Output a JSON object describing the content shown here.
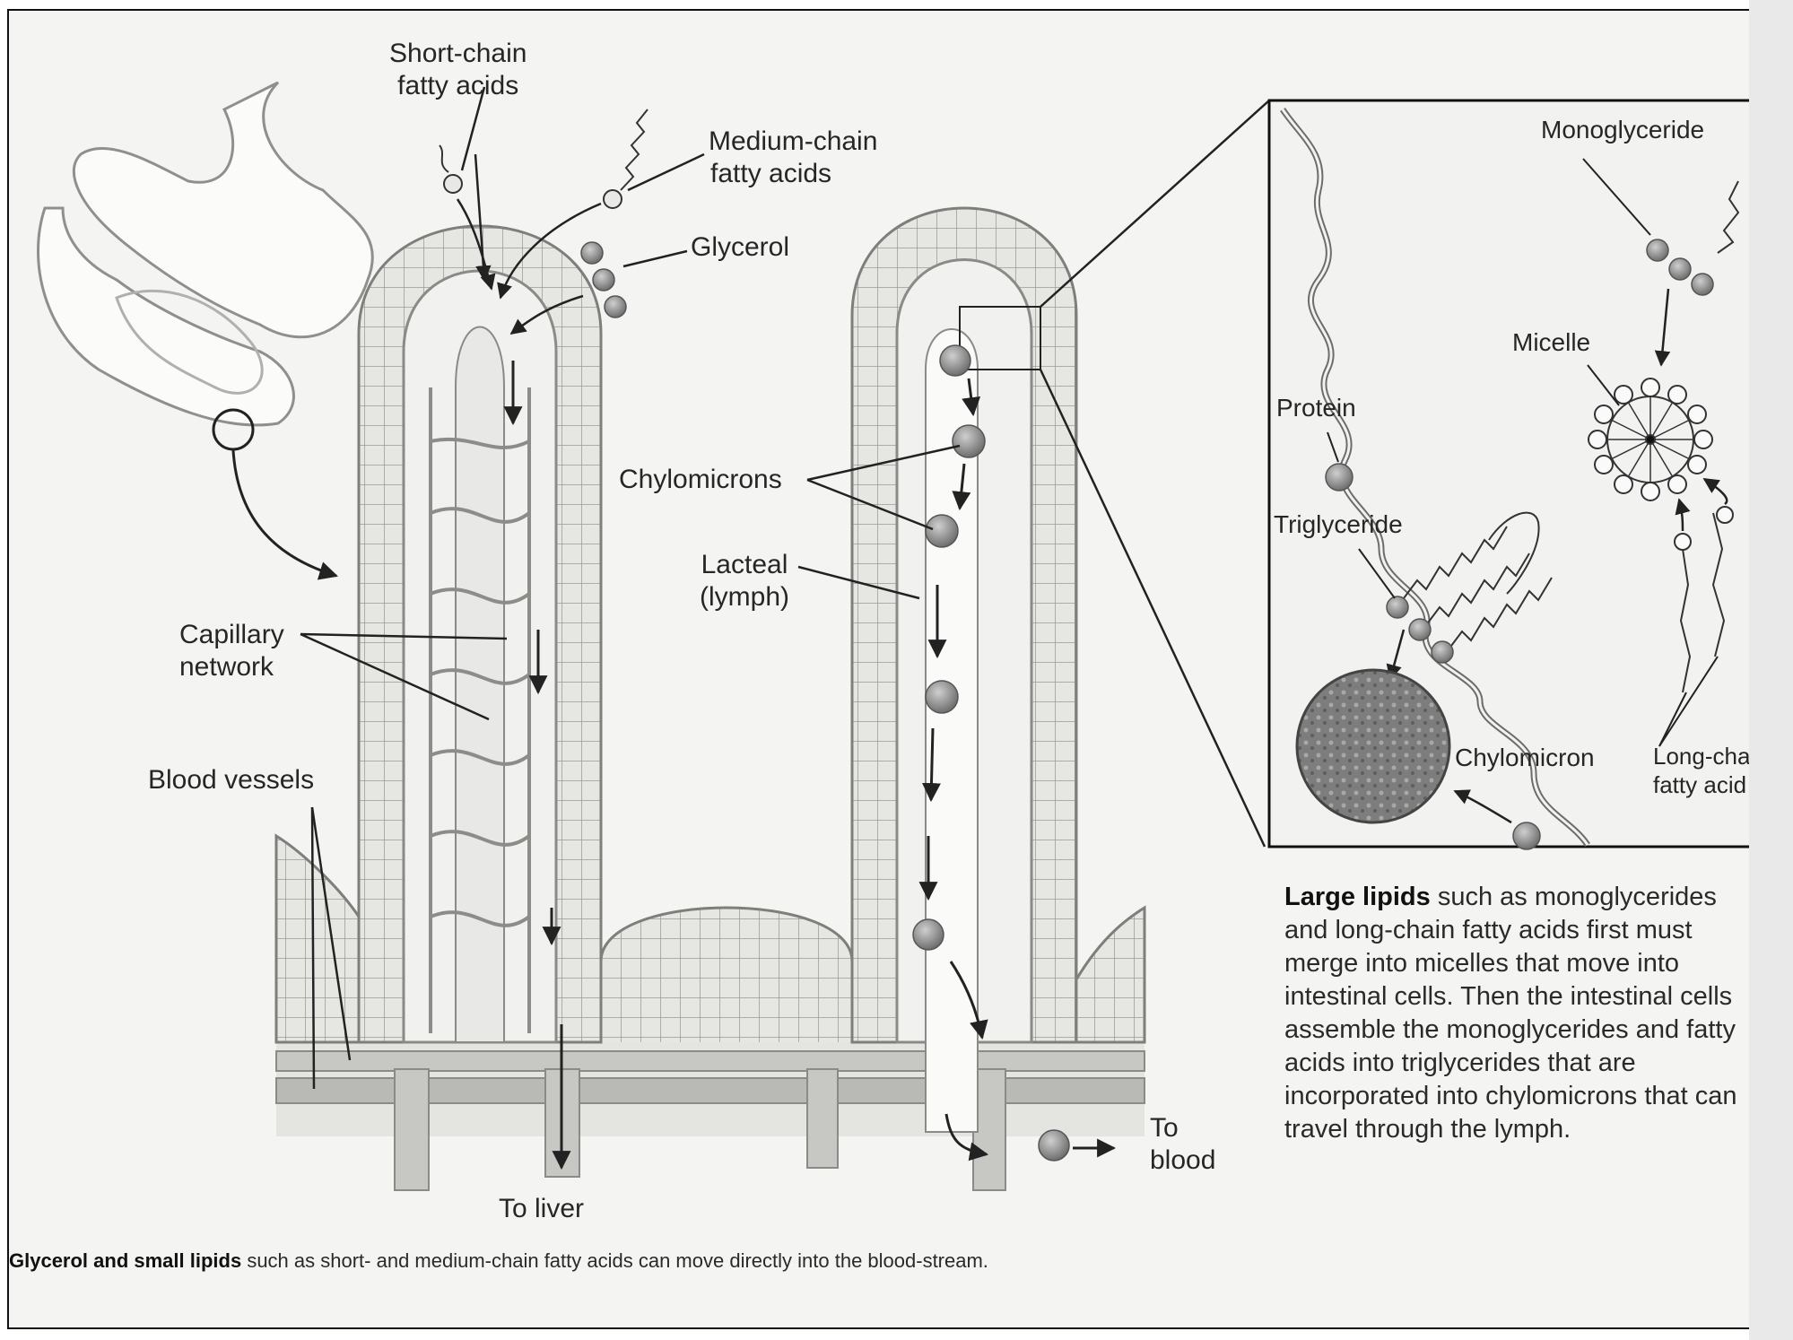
{
  "labels": {
    "short_chain": [
      "Short-chain",
      "fatty acids"
    ],
    "medium_chain": [
      "Medium-chain",
      "fatty acids"
    ],
    "glycerol": "Glycerol",
    "chylomicrons": "Chylomicrons",
    "lacteal": [
      "Lacteal",
      "(lymph)"
    ],
    "capillary_network": [
      "Capillary",
      "network"
    ],
    "blood_vessels": "Blood vessels",
    "to_liver": "To liver",
    "to_blood": [
      "To",
      "blood"
    ],
    "monoglyceride": "Monoglyceride",
    "micelle": "Micelle",
    "protein": "Protein",
    "triglyceride": "Triglyceride",
    "chylomicron": "Chylomicron",
    "long_chain": [
      "Long-cha",
      "fatty acid"
    ]
  },
  "side_caption": {
    "bold": "Large lipids",
    "text": " such as monoglycerides and long-chain fatty acids first must merge into micelles that move into intestinal cells. Then the intestinal cells assemble the monoglycerides and fatty acids into triglycerides that are incorporated into chylomicrons that can travel through the lymph."
  },
  "bottom_caption": {
    "bold": "Glycerol and small lipids",
    "text": " such as short- and medium-chain fatty acids can move directly into the blood-stream."
  },
  "colors": {
    "background": "#f4f4f2",
    "ink": "#262626",
    "tissue": "#d9d9d6",
    "particle": "#8a8a8a"
  }
}
